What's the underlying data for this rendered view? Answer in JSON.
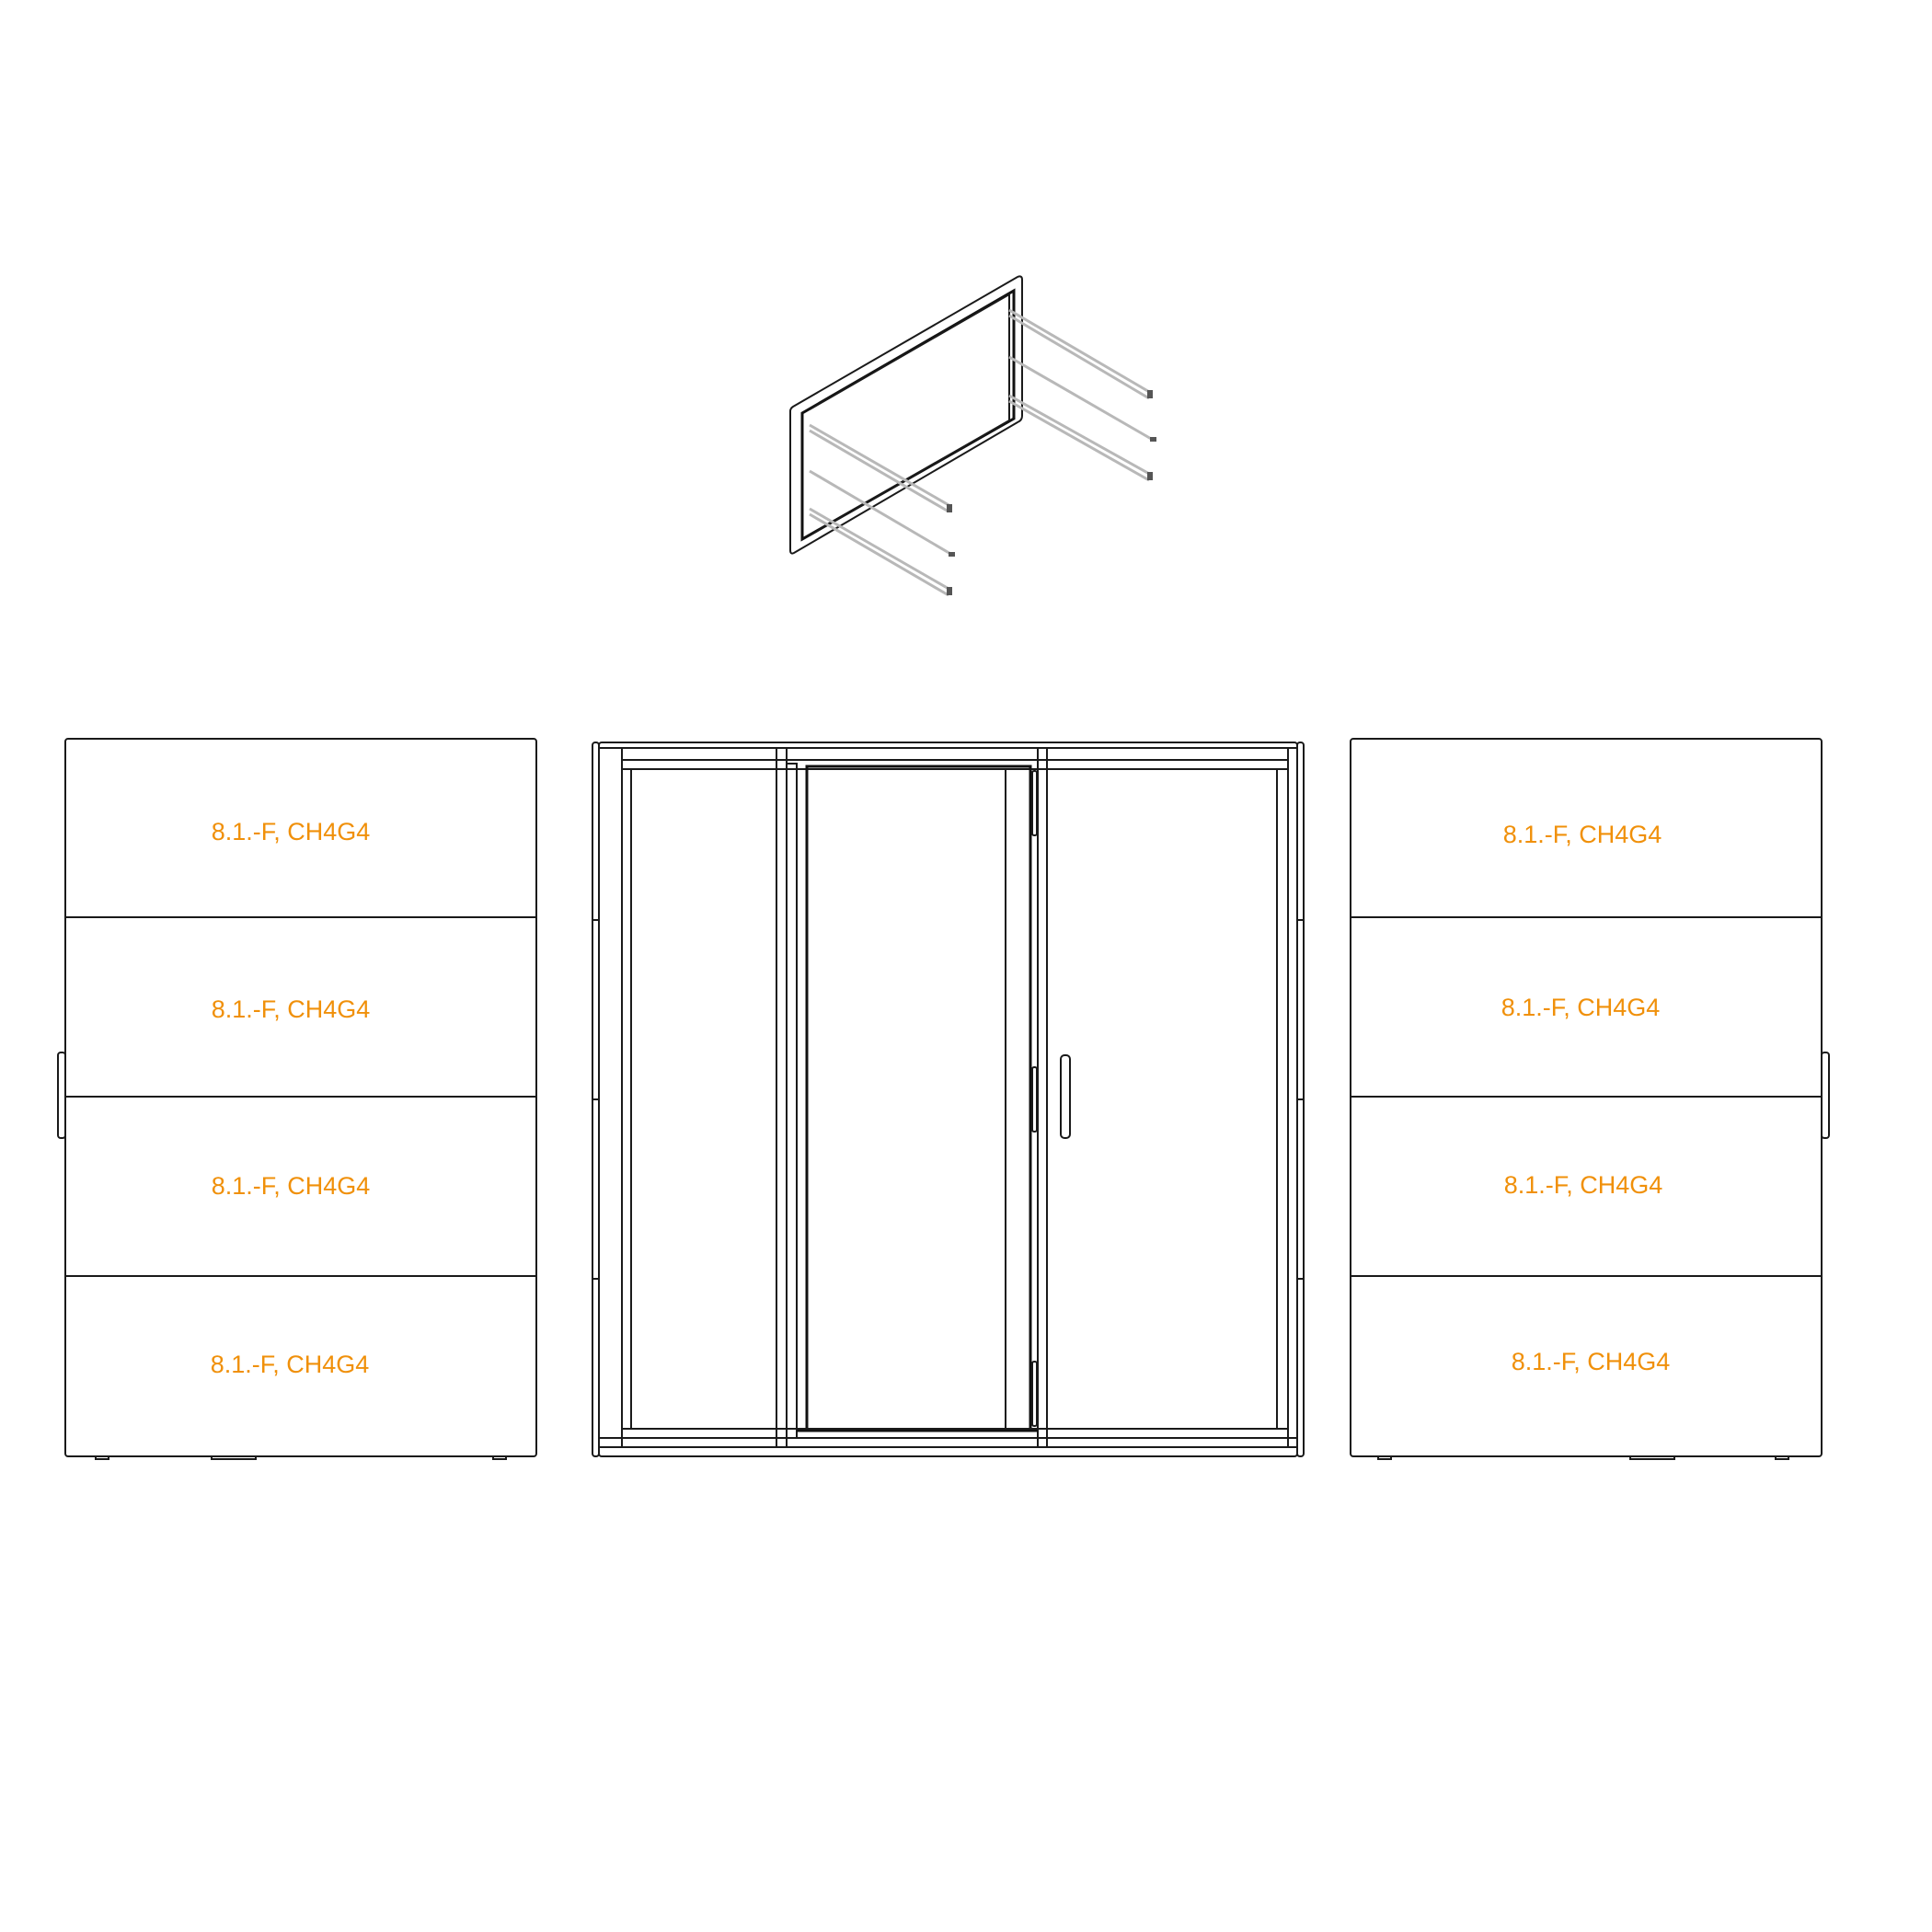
{
  "colors": {
    "label": "#F0900A",
    "line": "#1a1a1a",
    "rod": "#b8b8b8"
  },
  "left_panel": {
    "labels": [
      "8.1.-F, CH4G4",
      "8.1.-F, CH4G4",
      "8.1.-F, CH4G4",
      "8.1.-F, CH4G4"
    ]
  },
  "right_panel": {
    "labels": [
      "8.1.-F, CH4G4",
      "8.1.-F, CH4G4",
      "8.1.-F, CH4G4",
      "8.1.-F, CH4G4"
    ]
  }
}
